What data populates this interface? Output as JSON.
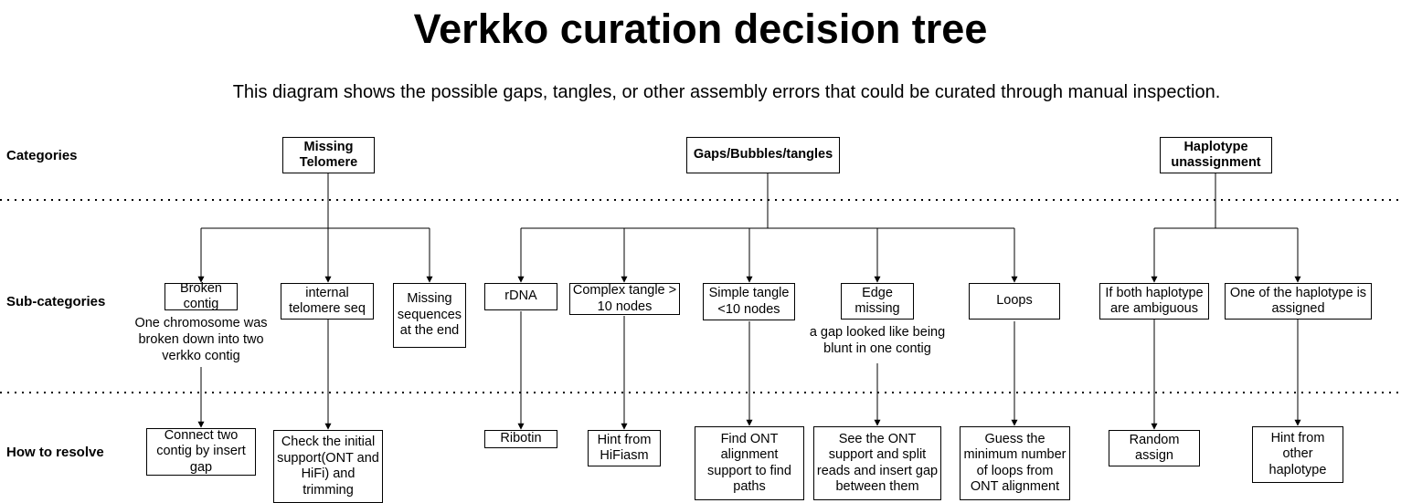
{
  "title": "Verkko curation decision tree",
  "subtitle": "This diagram shows the possible gaps, tangles, or other assembly errors that could be curated through manual inspection.",
  "row_labels": {
    "categories": "Categories",
    "subcategories": "Sub-categories",
    "resolve": "How to resolve"
  },
  "categories": {
    "missing_telomere": "Missing Telomere",
    "gaps": "Gaps/Bubbles/tangles",
    "haplotype": "Haplotype unassignment"
  },
  "subcategories": {
    "broken_contig": "Broken contig",
    "internal_telomere": "internal telomere seq",
    "missing_sequences": "Missing sequences at the end",
    "rdna": "rDNA",
    "complex_tangle": "Complex tangle > 10 nodes",
    "simple_tangle": "Simple tangle <10 nodes",
    "edge_missing": "Edge missing",
    "loops": "Loops",
    "both_ambiguous": "If both haplotype are ambiguous",
    "one_assigned": "One of the haplotype is assigned"
  },
  "notes": {
    "broken_contig": "One chromosome was broken down into two verkko contig",
    "edge_missing": "a gap looked like being blunt in one contig"
  },
  "resolutions": {
    "connect": "Connect two contig by insert gap",
    "check": "Check the initial support(ONT and HiFi) and trimming",
    "ribotin": "Ribotin",
    "hifiasm": "Hint from HiFiasm",
    "find_ont": "Find ONT alignment support to find paths",
    "see_ont": "See the ONT support and split reads and insert gap between them",
    "guess_loops": "Guess the minimum number of loops from ONT alignment",
    "random": "Random assign",
    "hint_other": "Hint from other haplotype"
  }
}
